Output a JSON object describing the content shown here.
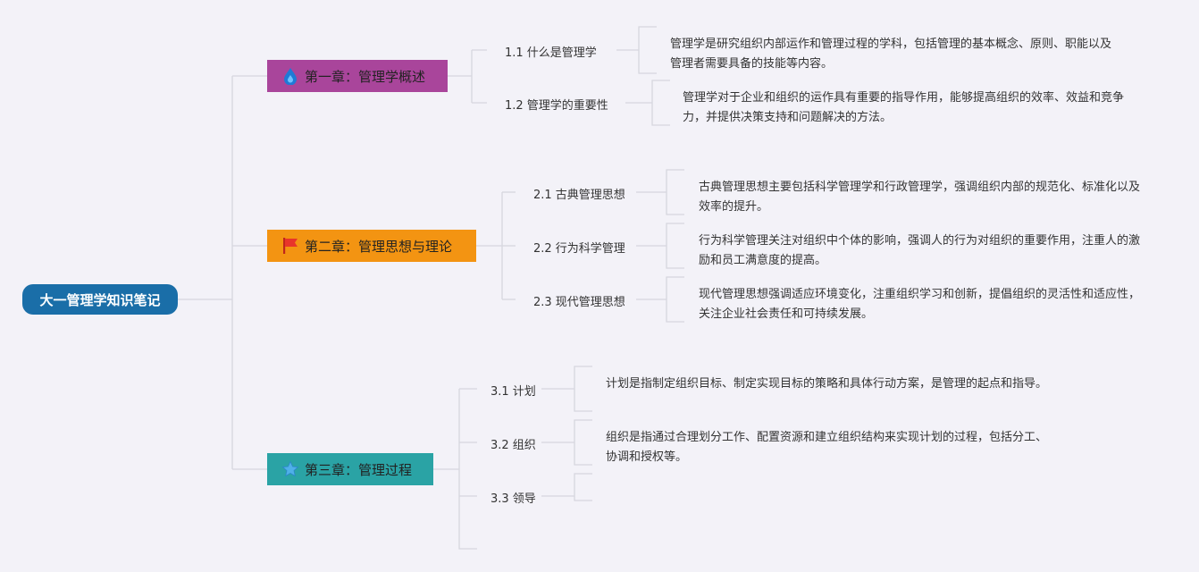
{
  "root": {
    "label": "大一管理学知识笔记"
  },
  "chapters": [
    {
      "label": "第一章：管理学概述",
      "icon": "drop-icon",
      "color": "#a9459b",
      "topics": [
        {
          "label": "1.1 什么是管理学",
          "note": "管理学是研究组织内部运作和管理过程的学科，包括管理的基本概念、原则、职能以及管理者需要具备的技能等内容。"
        },
        {
          "label": "1.2 管理学的重要性",
          "note": "管理学对于企业和组织的运作具有重要的指导作用，能够提高组织的效率、效益和竞争力，并提供决策支持和问题解决的方法。"
        }
      ]
    },
    {
      "label": "第二章：管理思想与理论",
      "icon": "flag-icon",
      "color": "#f39412",
      "topics": [
        {
          "label": "2.1 古典管理思想",
          "note": "古典管理思想主要包括科学管理学和行政管理学，强调组织内部的规范化、标准化以及效率的提升。"
        },
        {
          "label": "2.2 行为科学管理",
          "note": "行为科学管理关注对组织中个体的影响，强调人的行为对组织的重要作用，注重人的激励和员工满意度的提高。"
        },
        {
          "label": "2.3 现代管理思想",
          "note": "现代管理思想强调适应环境变化，注重组织学习和创新，提倡组织的灵活性和适应性，关注企业社会责任和可持续发展。"
        }
      ]
    },
    {
      "label": "第三章：管理过程",
      "icon": "star-icon",
      "color": "#2aa3a5",
      "topics": [
        {
          "label": "3.1 计划",
          "note": "计划是指制定组织目标、制定实现目标的策略和具体行动方案，是管理的起点和指导。"
        },
        {
          "label": "3.2 组织",
          "note": "组织是指通过合理划分工作、配置资源和建立组织结构来实现计划的过程，包括分工、协调和授权等。"
        },
        {
          "label": "3.3 领导",
          "note": ""
        }
      ]
    }
  ]
}
